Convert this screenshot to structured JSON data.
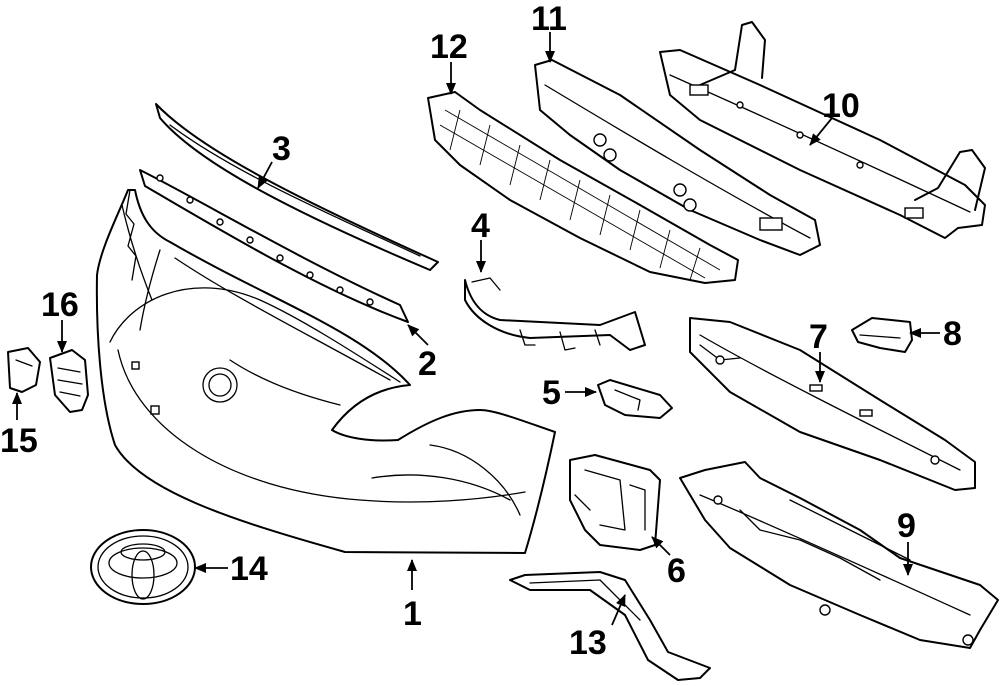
{
  "callouts": {
    "c1": "1",
    "c2": "2",
    "c3": "3",
    "c4": "4",
    "c5": "5",
    "c6": "6",
    "c7": "7",
    "c8": "8",
    "c9": "9",
    "c10": "10",
    "c11": "11",
    "c12": "12",
    "c13": "13",
    "c14": "14",
    "c15": "15",
    "c16": "16"
  },
  "colors": {
    "line": "#000000",
    "background": "#ffffff"
  },
  "icons": [
    "toyota-emblem-icon",
    "arrow-icon"
  ]
}
